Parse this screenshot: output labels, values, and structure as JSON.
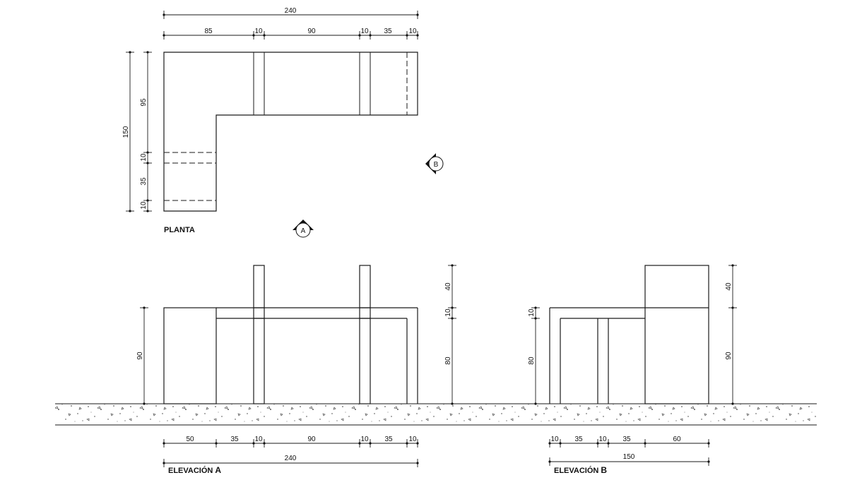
{
  "plan": {
    "title": "PLANTA",
    "dims_top_total": "240",
    "dims_top": [
      "85",
      "10",
      "90",
      "10",
      "35",
      "10"
    ],
    "dim_left_total": "150",
    "dims_left": [
      "95",
      "10",
      "35",
      "10"
    ]
  },
  "markers": {
    "a": "A",
    "b": "B"
  },
  "elev_a": {
    "title_prefix": "ELEVACIÓN ",
    "title_letter": "A",
    "dim_height": "90",
    "dims_bottom": [
      "50",
      "35",
      "10",
      "90",
      "10",
      "35",
      "10"
    ],
    "dim_total": "240"
  },
  "elev_mid": {
    "dims": [
      "40",
      "10",
      "80"
    ]
  },
  "elev_b": {
    "title_prefix": "ELEVACIÓN ",
    "title_letter": "B",
    "dims_left": [
      "10",
      "80"
    ],
    "dims_right": [
      "40",
      "90"
    ],
    "dims_bottom": [
      "10",
      "35",
      "10",
      "35",
      "60"
    ],
    "dim_total": "150"
  }
}
